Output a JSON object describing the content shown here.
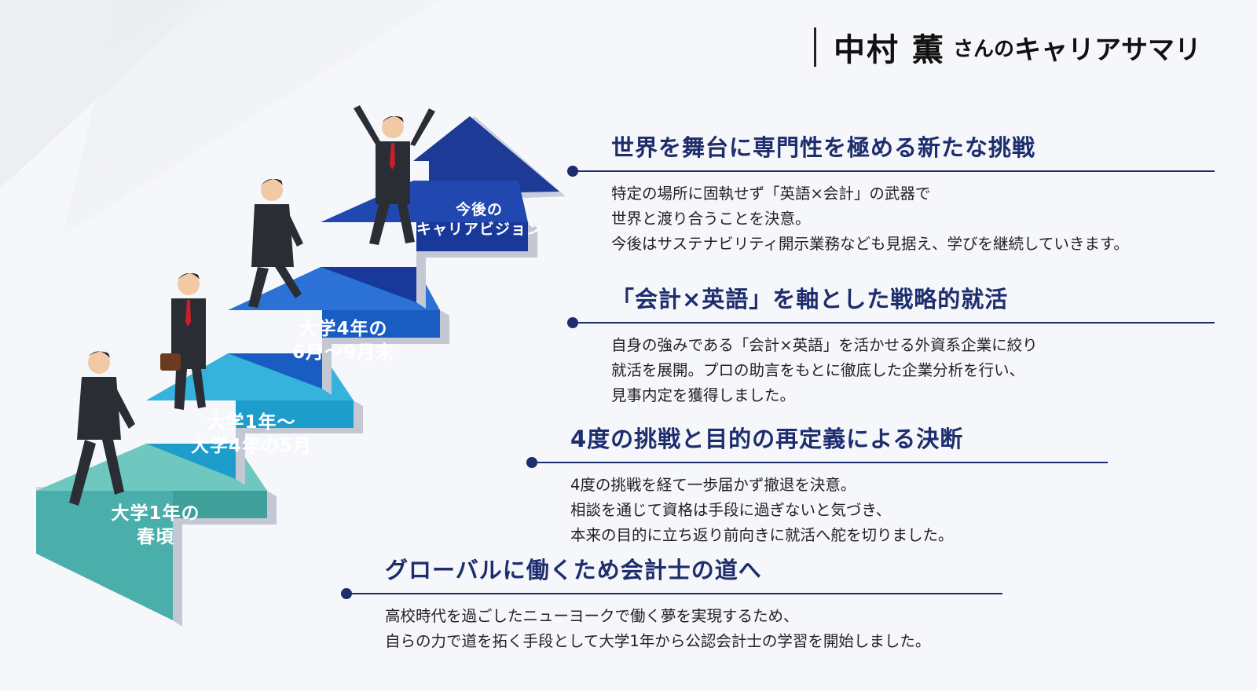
{
  "header": {
    "name": "中村 薫",
    "honorific": "さんの",
    "title_suffix": "キャリアサマリ"
  },
  "steps": [
    {
      "label": "大学1年の\n春頃",
      "color": "#4fb6b0"
    },
    {
      "label": "大学1年〜\n大学4年の5月",
      "color": "#1ea3cf"
    },
    {
      "label": "大学4年の\n6月〜9月末",
      "color": "#1b5fc4"
    },
    {
      "label": "今後の\nキャリアビジョン",
      "color": "#1a3a9a"
    }
  ],
  "sections": [
    {
      "heading": "世界を舞台に専門性を極める新たな挑戦",
      "lines": [
        "特定の場所に固執せず「英語×会計」の武器で",
        "世界と渡り合うことを決意。",
        "今後はサステナビリティ開示業務なども見据え、学びを継続していきます。"
      ]
    },
    {
      "heading": "「会計×英語」を軸とした戦略的就活",
      "lines": [
        "自身の強みである「会計×英語」を活かせる外資系企業に絞り",
        "就活を展開。プロの助言をもとに徹底した企業分析を行い、",
        "見事内定を獲得しました。"
      ]
    },
    {
      "heading": "4度の挑戦と目的の再定義による決断",
      "lines": [
        "4度の挑戦を経て一歩届かず撤退を決意。",
        "相談を通じて資格は手段に過ぎないと気づき、",
        "本来の目的に立ち返り前向きに就活へ舵を切りました。"
      ]
    },
    {
      "heading": "グローバルに働くため会計士の道へ",
      "lines": [
        "高校時代を過ごしたニューヨークで働く夢を実現するため、",
        "自らの力で道を拓く手段として大学1年から公認会計士の学習を開始しました。"
      ]
    }
  ],
  "colors": {
    "heading": "#1d2d6e",
    "suit": "#2a2d34",
    "tie": "#c8202a",
    "arrow": "#1c3a96"
  }
}
